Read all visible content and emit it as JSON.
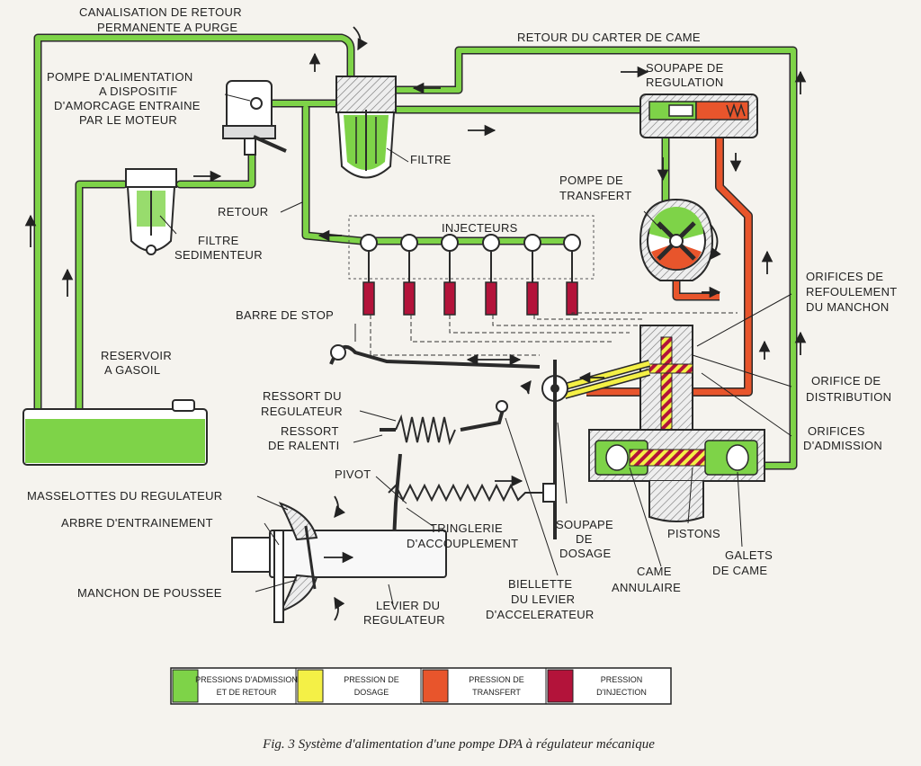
{
  "colors": {
    "admission": "#7ed348",
    "dosage": "#f4f046",
    "transfert": "#e8552c",
    "injection": "#b3133a",
    "outline": "#2a2a2a",
    "background": "#f5f3ee"
  },
  "labels": {
    "canalisation_l1": "CANALISATION DE RETOUR",
    "canalisation_l2": "PERMANENTE A PURGE",
    "retour_carter": "RETOUR DU CARTER DE CAME",
    "pompe_alim_l1": "POMPE D'ALIMENTATION",
    "pompe_alim_l2": "A DISPOSITIF",
    "pompe_alim_l3": "D'AMORCAGE ENTRAINE",
    "pompe_alim_l4": "PAR LE MOTEUR",
    "soupape_reg_l1": "SOUPAPE DE",
    "soupape_reg_l2": "REGULATION",
    "filtre": "FILTRE",
    "pompe_transfert_l1": "POMPE DE",
    "pompe_transfert_l2": "TRANSFERT",
    "retour": "RETOUR",
    "filtre_sed_l1": "FILTRE",
    "filtre_sed_l2": "SEDIMENTEUR",
    "injecteurs": "INJECTEURS",
    "orifices_ref_l1": "ORIFICES DE",
    "orifices_ref_l2": "REFOULEMENT",
    "orifices_ref_l3": "DU MANCHON",
    "barre_stop": "BARRE DE STOP",
    "reservoir_l1": "RESERVOIR",
    "reservoir_l2": "A GASOIL",
    "orifice_dist_l1": "ORIFICE DE",
    "orifice_dist_l2": "DISTRIBUTION",
    "ressort_reg_l1": "RESSORT DU",
    "ressort_reg_l2": "REGULATEUR",
    "orifices_adm_l1": "ORIFICES",
    "orifices_adm_l2": "D'ADMISSION",
    "ressort_ral_l1": "RESSORT",
    "ressort_ral_l2": "DE RALENTI",
    "pivot": "PIVOT",
    "masselottes": "MASSELOTTES DU REGULATEUR",
    "arbre": "ARBRE D'ENTRAINEMENT",
    "tringlerie_l1": "TRINGLERIE",
    "tringlerie_l2": "D'ACCOUPLEMENT",
    "soupape_dosage_l1": "SOUPAPE",
    "soupape_dosage_l2": "DE",
    "soupape_dosage_l3": "DOSAGE",
    "pistons": "PISTONS",
    "galets_l1": "GALETS",
    "galets_l2": "DE CAME",
    "came_l1": "CAME",
    "came_l2": "ANNULAIRE",
    "manchon": "MANCHON DE POUSSEE",
    "levier_l1": "LEVIER DU",
    "levier_l2": "REGULATEUR",
    "biellette_l1": "BIELLETTE",
    "biellette_l2": "DU LEVIER",
    "biellette_l3": "D'ACCELERATEUR"
  },
  "legend": [
    {
      "line1": "PRESSIONS D'ADMISSION",
      "line2": "ET DE RETOUR",
      "color": "#7ed348"
    },
    {
      "line1": "PRESSION DE",
      "line2": "DOSAGE",
      "color": "#f4f046"
    },
    {
      "line1": "PRESSION DE",
      "line2": "TRANSFERT",
      "color": "#e8552c"
    },
    {
      "line1": "PRESSION",
      "line2": "D'INJECTION",
      "color": "#b3133a"
    }
  ],
  "caption": "Fig. 3 Système d'alimentation d'une pompe DPA à régulateur mécanique"
}
